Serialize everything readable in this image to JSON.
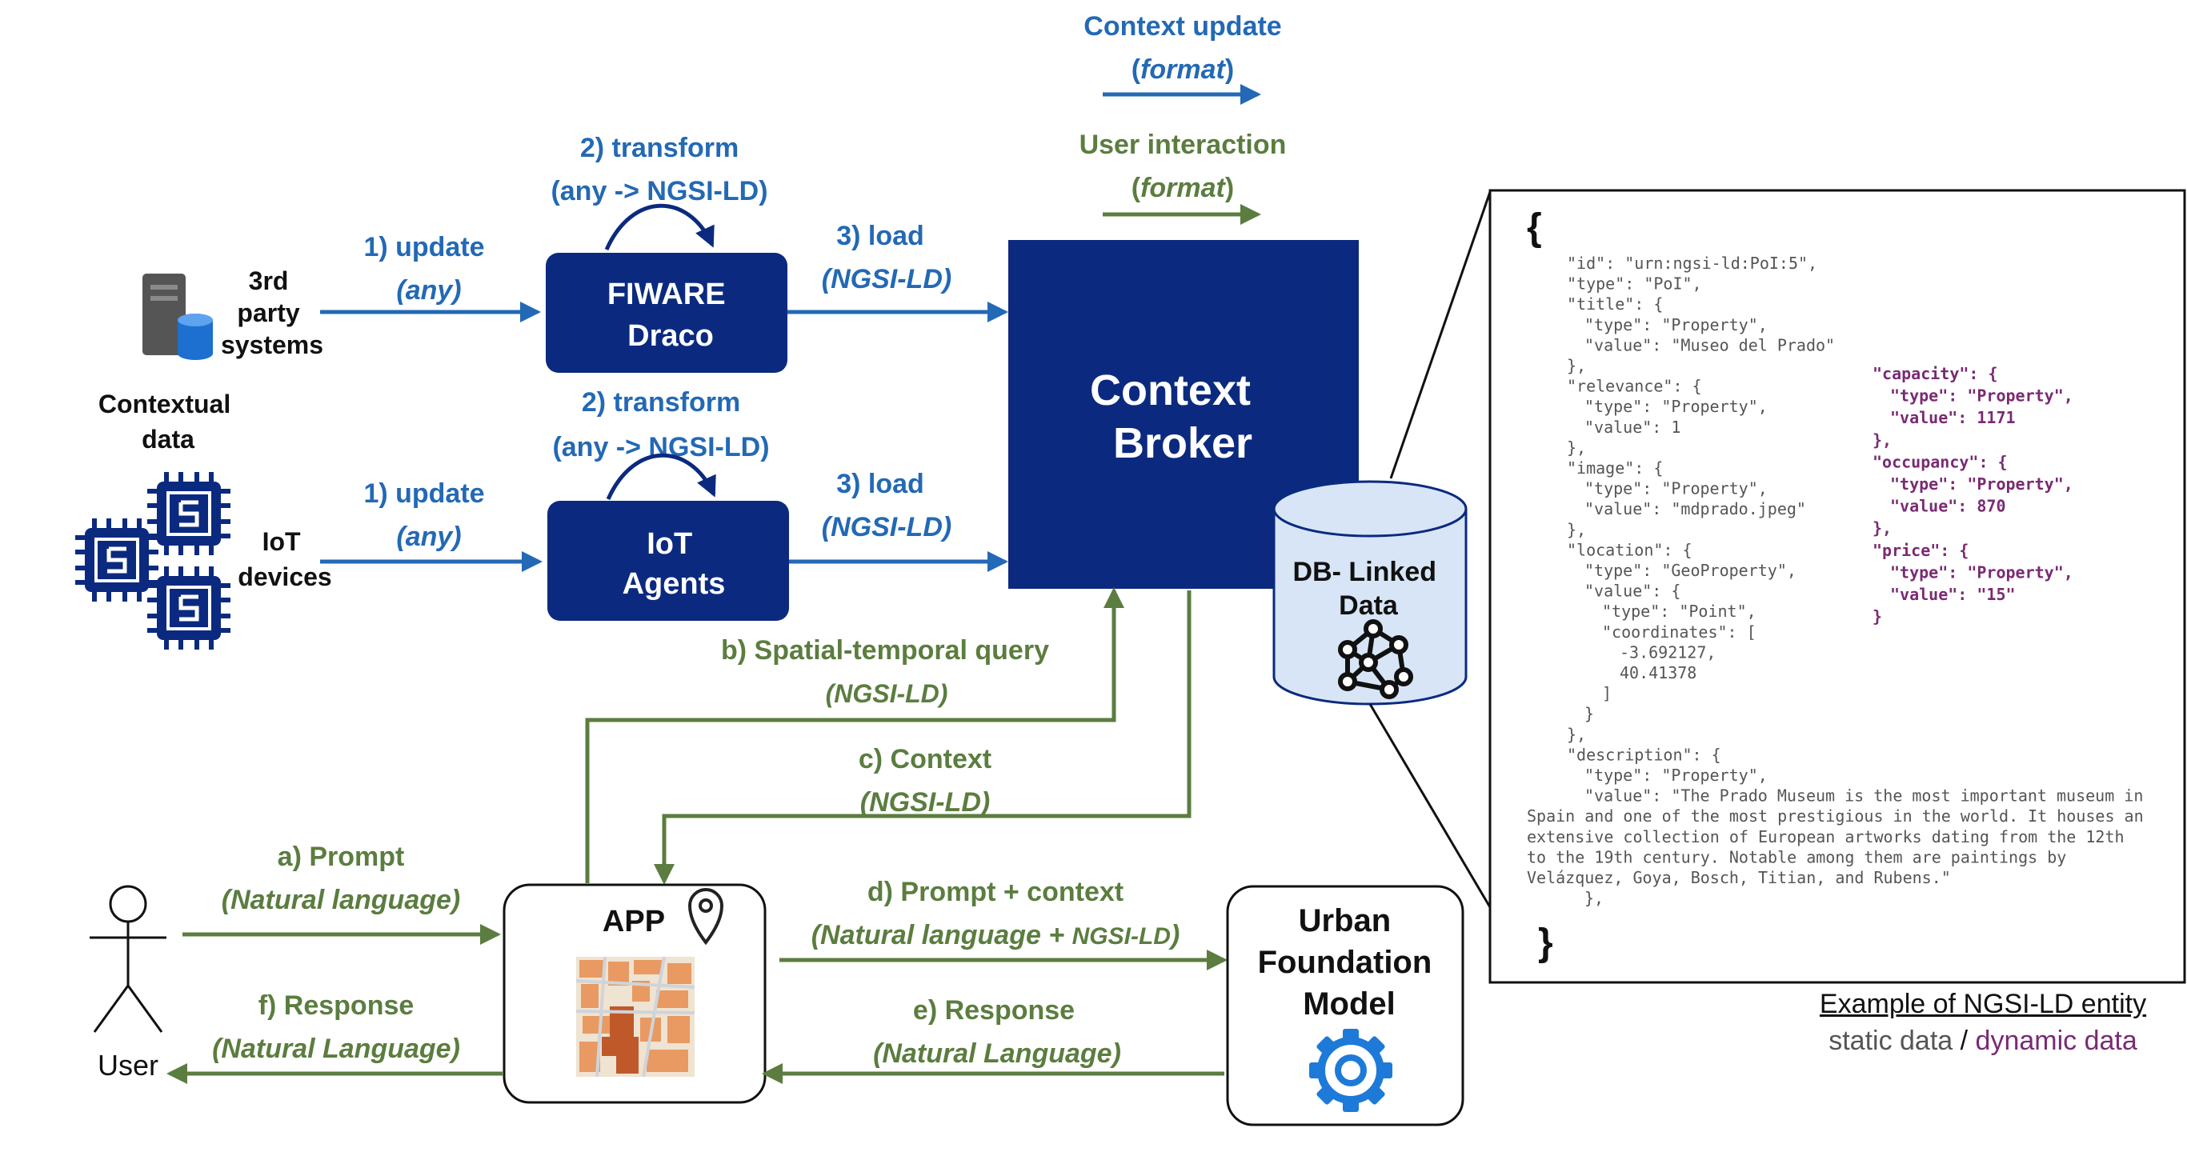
{
  "legend": {
    "context_update": "Context update",
    "context_update_format": "format",
    "user_interaction": "User interaction",
    "user_interaction_format": "format"
  },
  "colors": {
    "blue": "#2369b5",
    "green": "#5b7d3f",
    "navy": "#0b2a7f",
    "purple": "#7a2a73",
    "json_gray": "#555555",
    "db_fill": "#d7e5f6"
  },
  "sources": {
    "third_party": "3rd party systems",
    "third_party_lines": [
      "3rd",
      "party",
      "systems"
    ],
    "contextual_data_lines": [
      "Contextual",
      "data"
    ],
    "iot_devices_lines": [
      "IoT",
      "devices"
    ]
  },
  "flows": {
    "update1_title": "1) update",
    "update1_sub": "(any)",
    "update2_title": "1) update",
    "update2_sub": "(any)",
    "transform1_title": "2) transform",
    "transform1_sub": "(any -> NGSI-LD)",
    "transform2_title": "2) transform",
    "transform2_sub": "(any -> NGSI-LD)",
    "load1_title": "3) load",
    "load1_sub": "(NGSI-LD)",
    "load2_title": "3) load",
    "load2_sub": "(NGSI-LD)",
    "query_title": "b) Spatial-temporal query",
    "query_sub": "(NGSI-LD)",
    "context_title": "c) Context",
    "context_sub": "(NGSI-LD)",
    "prompt_title": "a) Prompt",
    "prompt_sub": "(Natural language)",
    "response_f_title": "f) Response",
    "response_f_sub": "(Natural Language)",
    "prompt_ctx_title": "d) Prompt + context",
    "prompt_ctx_sub_a": "(Natural language + ",
    "prompt_ctx_sub_b": "NGSI-LD",
    "prompt_ctx_sub_c": ")",
    "response_e_title": "e) Response",
    "response_e_sub": "(Natural Language)"
  },
  "boxes": {
    "draco_lines": [
      "FIWARE",
      "Draco"
    ],
    "iot_agents_lines": [
      "IoT",
      "Agents"
    ],
    "broker_lines": [
      "Context",
      "Broker"
    ],
    "db_lines": [
      "DB- Linked",
      "Data"
    ],
    "app": "APP",
    "ufm_lines": [
      "Urban",
      "Foundation",
      "Model"
    ],
    "user": "User"
  },
  "icons": {
    "server": "server-database-icon",
    "chip": "microchip-icon",
    "location": "map-pin-icon",
    "map": "city-map-icon",
    "gear": "gear-icon",
    "graph": "network-graph-icon",
    "user": "stick-figure-icon"
  },
  "entity": {
    "open_brace": "{",
    "close_brace": "}",
    "static_lines": [
      "\"id\": \"urn:ngsi-ld:PoI:5\",",
      "\"type\": \"PoI\",",
      "\"title\": {",
      "  \"type\": \"Property\",",
      "  \"value\": \"Museo del Prado\"",
      "},",
      "\"relevance\": {",
      "  \"type\": \"Property\",",
      "  \"value\": 1",
      "},",
      "\"image\": {",
      "  \"type\": \"Property\",",
      "  \"value\": \"mdprado.jpeg\"",
      "},",
      "\"location\": {",
      "  \"type\": \"GeoProperty\",",
      "  \"value\": {",
      "    \"type\": \"Point\",",
      "    \"coordinates\": [",
      "      -3.692127,",
      "      40.41378",
      "    ]",
      "  }",
      "},",
      "\"description\": {",
      "  \"type\": \"Property\",",
      "  \"value\": \"The Prado Museum is the most important museum in",
      "Spain and one of the most prestigious in the world. It houses an",
      "extensive collection of European artworks dating from the 12th",
      "to the 19th century. Notable among them are paintings by",
      "Velázquez, Goya, Bosch, Titian, and Rubens.\"",
      "  },"
    ],
    "dynamic_lines": [
      "\"capacity\": {",
      "  \"type\": \"Property\",",
      "  \"value\": 1171",
      "},",
      "\"occupancy\": {",
      "  \"type\": \"Property\",",
      "  \"value\": 870",
      "},",
      "\"price\": {",
      "  \"type\": \"Property\",",
      "  \"value\": \"15\"",
      "}"
    ],
    "caption": "Example of NGSI-LD entity",
    "caption_static": "static data",
    "caption_sep": " / ",
    "caption_dynamic": "dynamic data"
  }
}
